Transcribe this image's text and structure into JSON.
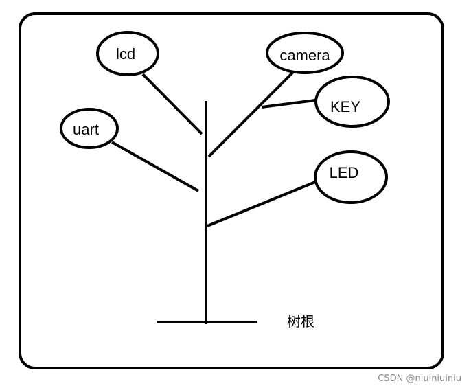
{
  "diagram": {
    "nodes": {
      "lcd": "lcd",
      "camera": "camera",
      "key": "KEY",
      "uart": "uart",
      "led": "LED"
    },
    "root_label": "树根"
  },
  "watermark": "CSDN @niuiniuiniu",
  "colors": {
    "stroke": "#000000",
    "background": "#ffffff",
    "watermark": "#8a8a8a"
  }
}
